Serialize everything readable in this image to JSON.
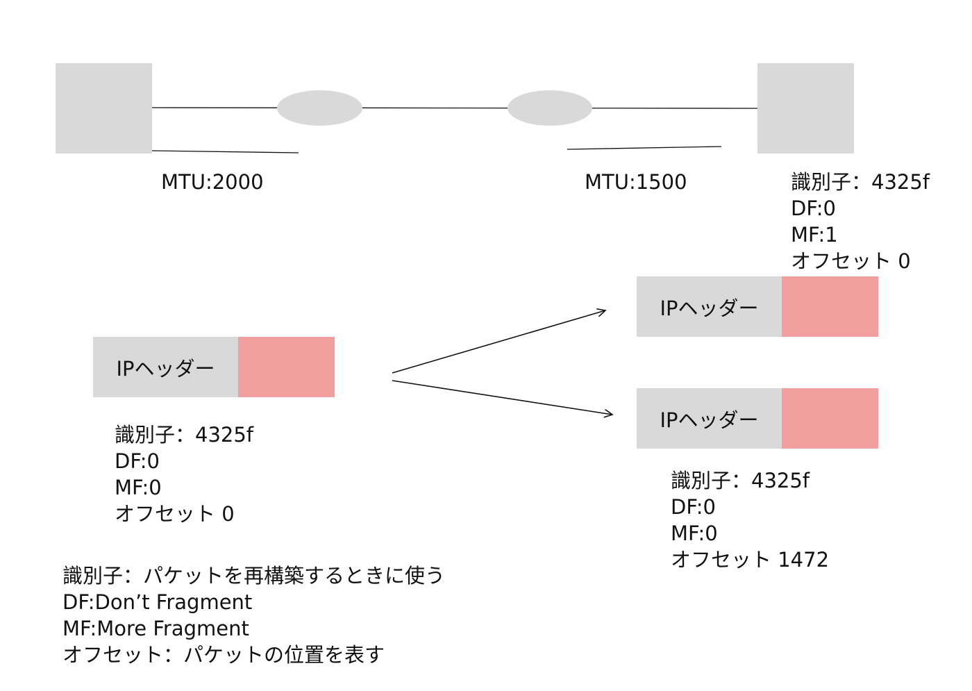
{
  "network": {
    "mtu_left": "MTU:2000",
    "mtu_right": "MTU:1500"
  },
  "original_packet": {
    "header_label": "IPヘッダー",
    "fields": {
      "identifier": "識別子：4325f",
      "df": "DF:0",
      "mf": "MF:0",
      "offset": "オフセット 0"
    }
  },
  "fragment_1": {
    "header_label": "IPヘッダー",
    "fields": {
      "identifier": "識別子：4325f",
      "df": "DF:0",
      "mf": "MF:1",
      "offset": "オフセット 0"
    }
  },
  "fragment_2": {
    "header_label": "IPヘッダー",
    "fields": {
      "identifier": "識別子：4325f",
      "df": "DF:0",
      "mf": "MF:0",
      "offset": "オフセット 1472"
    }
  },
  "legend": {
    "identifier": "識別子：パケットを再構築するときに使う",
    "df": "DF:Don’t Fragment",
    "mf": "MF:More Fragment",
    "offset": "オフセット：パケットの位置を表す"
  },
  "colors": {
    "box_gray": "#d9d9d9",
    "payload_pink": "#f19e9e",
    "line": "#111111"
  }
}
